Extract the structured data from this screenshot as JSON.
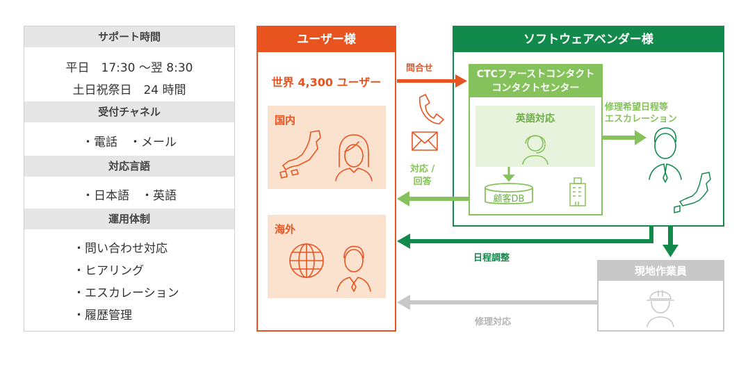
{
  "support_panel": {
    "hours_title": "サポート時間",
    "weekday": "平日　17:30 〜翌 8:30",
    "weekend": "土日祝祭日　24 時間",
    "contact_title": "受付チャネル",
    "contact_items": "・電話　・メール",
    "language_title": "対応言語",
    "language_items": "・日本語　・英語",
    "ops_title": "運用体制",
    "ops_items": [
      "・問い合わせ対応",
      "・ヒアリング",
      "・エスカレーション",
      "・履歴管理"
    ]
  },
  "user": {
    "title": "ユーザー様",
    "count": "世界 4,300 ユーザー",
    "domestic": "国内",
    "overseas": "海外"
  },
  "vendor": {
    "title": "ソフトウェアベンダー様",
    "center_line1": "CTCファーストコンタクト",
    "center_line2": "コンタクトセンター",
    "english": "英語対応",
    "db": "顧客DB"
  },
  "worker": {
    "title": "現地作業員"
  },
  "flows": {
    "inquiry": "問合せ",
    "response_line1": "対応 /",
    "response_line2": "回答",
    "escalation_line1": "修理希望日程等",
    "escalation_line2": "エスカレーション",
    "schedule": "日程調整",
    "repair": "修理対応"
  },
  "colors": {
    "orange": "#e8531f",
    "dark_green": "#128a4b",
    "light_green": "#86c25b",
    "gray": "#c8c8c8"
  }
}
